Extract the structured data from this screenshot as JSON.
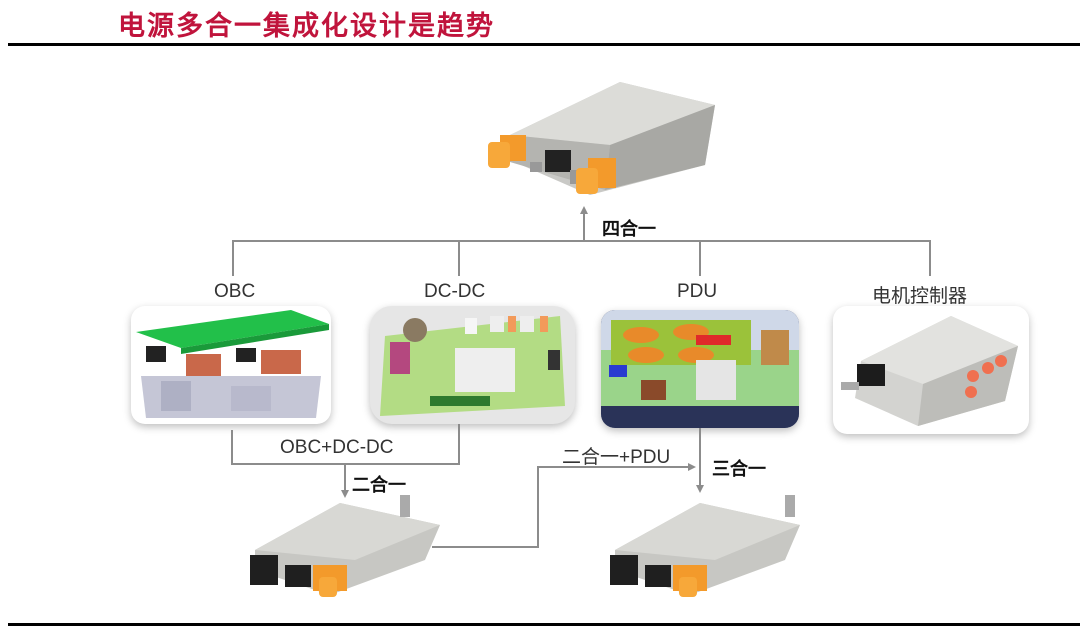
{
  "title": "电源多合一集成化设计是趋势",
  "colors": {
    "title": "#c0143c",
    "connector": "#8c8c8c",
    "orange": "#f39a2b"
  },
  "top_device": {
    "label": "四合一",
    "icon": "four-in-one-device-image"
  },
  "components": [
    {
      "label": "OBC",
      "icon": "obc-module-image"
    },
    {
      "label": "DC-DC",
      "icon": "dcdc-board-image"
    },
    {
      "label": "PDU",
      "icon": "pdu-module-image"
    },
    {
      "label": "电机控制器",
      "icon": "motor-controller-image"
    }
  ],
  "flow": {
    "combo1_label": "OBC+DC-DC",
    "two_in_one_label": "二合一",
    "combo2_label": "二合一+PDU",
    "three_in_one_label": "三合一"
  }
}
